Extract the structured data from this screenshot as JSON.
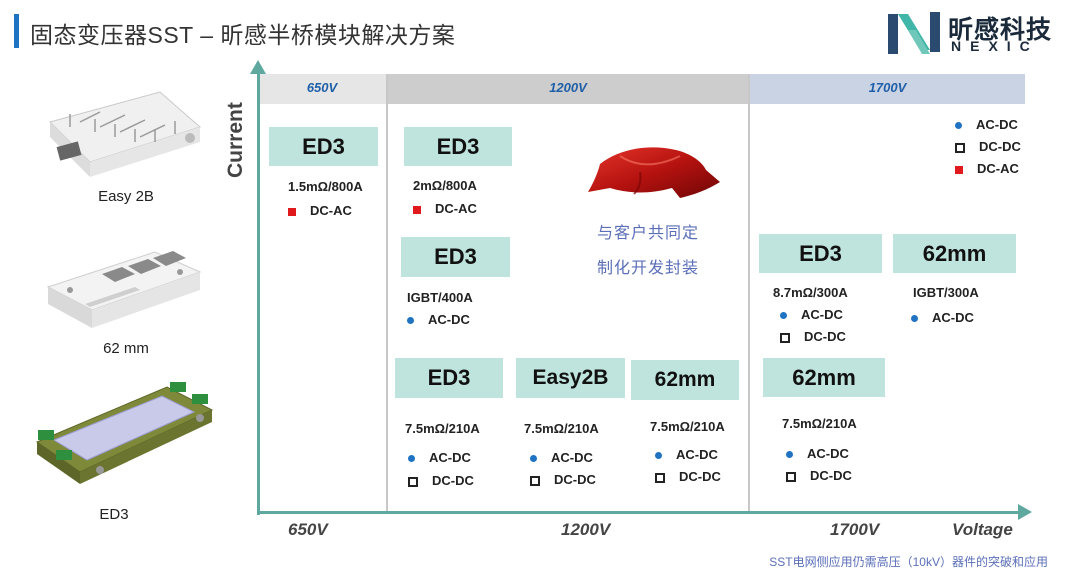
{
  "header": {
    "title": "固态变压器SST – 昕感半桥模块解决方案",
    "logo_cn": "昕感科技",
    "logo_en": "NEXIC"
  },
  "products": [
    {
      "label": "Easy 2B",
      "icon": "easy2b-module-image"
    },
    {
      "label": "62 mm",
      "icon": "62mm-module-image"
    },
    {
      "label": "ED3",
      "icon": "ed3-module-image"
    }
  ],
  "chart": {
    "y_axis_title": "Current",
    "x_axis_title": "Voltage",
    "bands": [
      "650V",
      "1200V",
      "1700V"
    ],
    "ticks": [
      "650V",
      "1200V",
      "1700V"
    ],
    "colors": {
      "band_light": "#e6e6e6",
      "band_dark": "#c6c6c6",
      "band_1700": "#c9d3e3",
      "axis": "#5fa8a0",
      "module": "#bfe3dd",
      "dot": "#1f73c2",
      "red": "#e0191d"
    }
  },
  "legend": [
    {
      "label": "AC-DC",
      "marker": "blue-dot"
    },
    {
      "label": "DC-DC",
      "marker": "hollow-square"
    },
    {
      "label": "DC-AC",
      "marker": "red-square"
    }
  ],
  "modules": [
    {
      "name": "ED3",
      "spec": "1.5mΩ/800A",
      "apps": [
        {
          "label": "DC-AC",
          "marker": "red-square"
        }
      ]
    },
    {
      "name": "ED3",
      "spec": "2mΩ/800A",
      "apps": [
        {
          "label": "DC-AC",
          "marker": "red-square"
        }
      ]
    },
    {
      "name": "ED3",
      "spec": "IGBT/400A",
      "apps": [
        {
          "label": "AC-DC",
          "marker": "blue-dot"
        }
      ]
    },
    {
      "name": "ED3",
      "spec": "7.5mΩ/210A",
      "apps": [
        {
          "label": "AC-DC",
          "marker": "blue-dot"
        },
        {
          "label": "DC-DC",
          "marker": "hollow-square"
        }
      ]
    },
    {
      "name": "Easy2B",
      "spec": "7.5mΩ/210A",
      "apps": [
        {
          "label": "AC-DC",
          "marker": "blue-dot"
        },
        {
          "label": "DC-DC",
          "marker": "hollow-square"
        }
      ]
    },
    {
      "name": "62mm",
      "spec": "7.5mΩ/210A",
      "apps": [
        {
          "label": "AC-DC",
          "marker": "blue-dot"
        },
        {
          "label": "DC-DC",
          "marker": "hollow-square"
        }
      ]
    },
    {
      "name": "ED3",
      "spec": "8.7mΩ/300A",
      "apps": [
        {
          "label": "AC-DC",
          "marker": "blue-dot"
        },
        {
          "label": "DC-DC",
          "marker": "hollow-square"
        }
      ]
    },
    {
      "name": "62mm",
      "spec": "IGBT/300A",
      "apps": [
        {
          "label": "AC-DC",
          "marker": "blue-dot"
        }
      ]
    },
    {
      "name": "62mm",
      "spec": "7.5mΩ/210A",
      "apps": [
        {
          "label": "AC-DC",
          "marker": "blue-dot"
        },
        {
          "label": "DC-DC",
          "marker": "hollow-square"
        }
      ]
    }
  ],
  "custom": {
    "line1": "与客户共同定",
    "line2": "制化开发封装",
    "icon": "covered-package-icon"
  },
  "footnote": "SST电网侧应用仍需高压（10kV）器件的突破和应用"
}
